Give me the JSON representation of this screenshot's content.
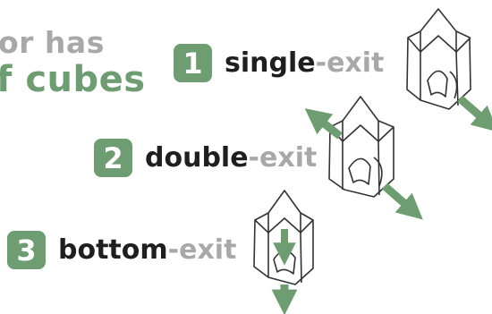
{
  "heading": {
    "line1": "or has",
    "line2": "f cubes"
  },
  "exits": [
    {
      "number": "1",
      "word": "single",
      "separator": "-",
      "suffix": "exit"
    },
    {
      "number": "2",
      "word": "double",
      "separator": "-",
      "suffix": "exit"
    },
    {
      "number": "3",
      "word": "bottom",
      "separator": "-",
      "suffix": "exit"
    }
  ],
  "colors": {
    "accent_green": "#6e9d72",
    "muted_gray": "#a8a8a8",
    "text_dark": "#1f1f1f",
    "line_stroke": "#333333"
  }
}
